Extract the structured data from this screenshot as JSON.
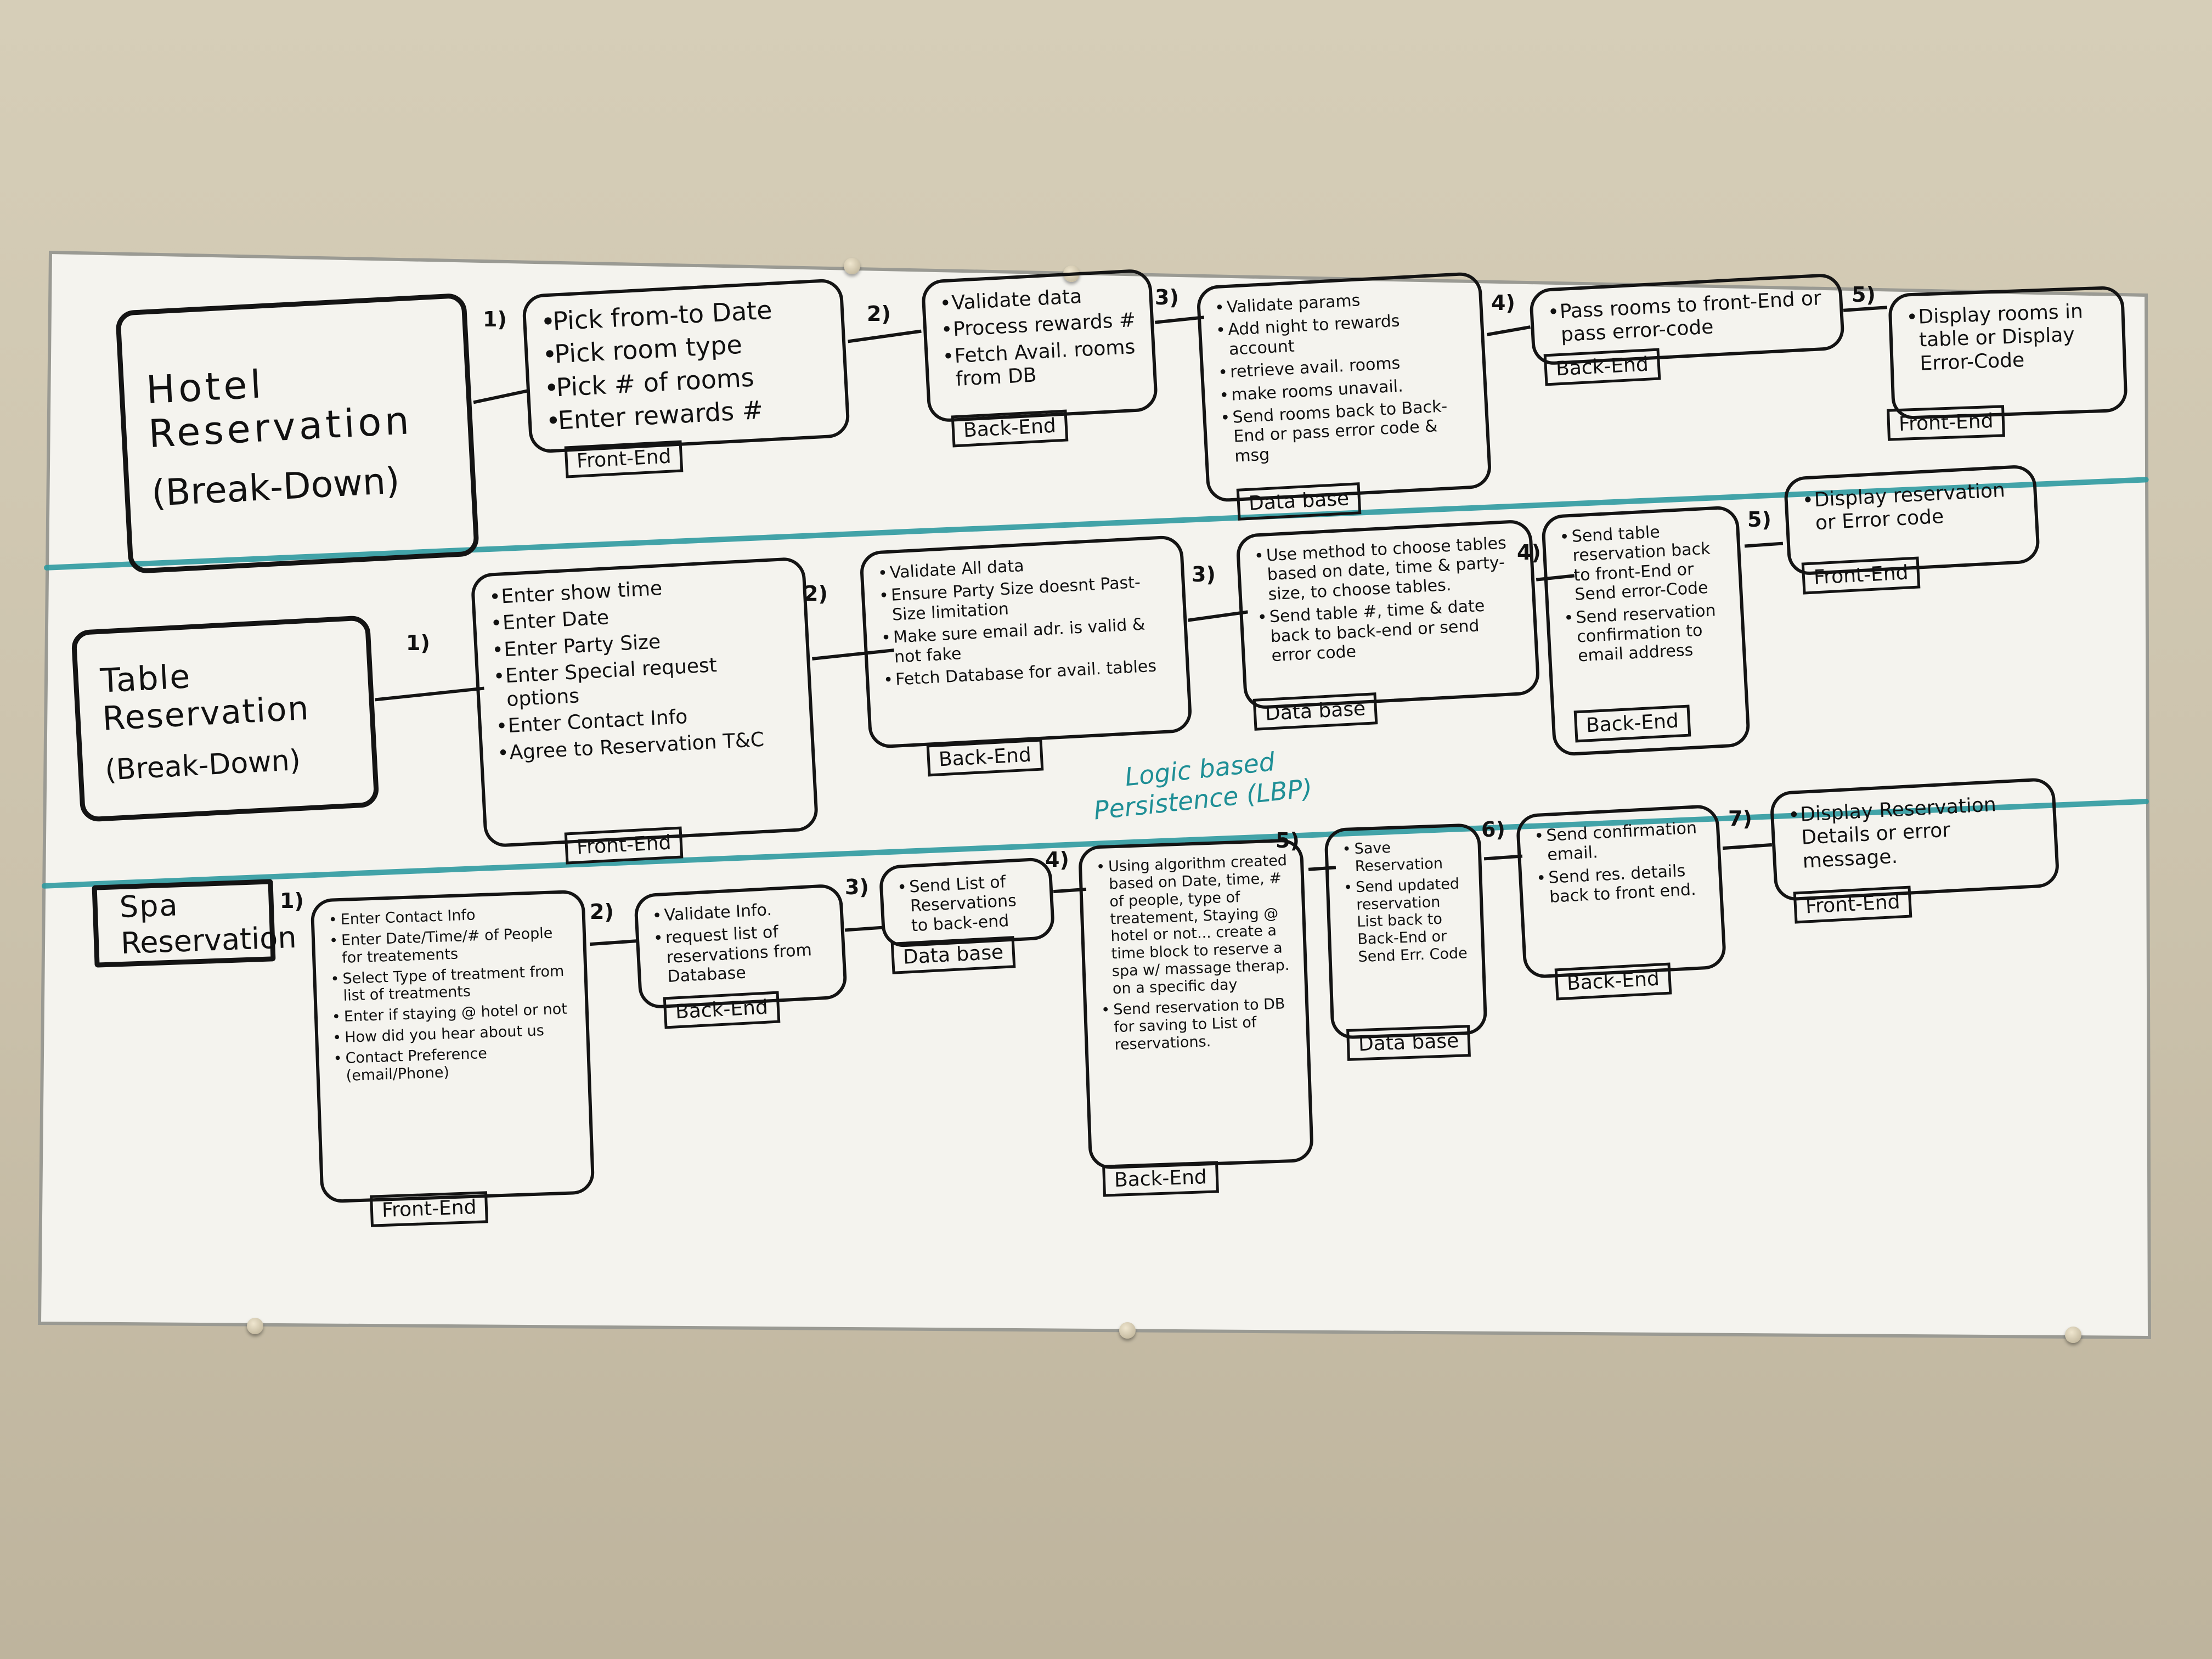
{
  "rows": [
    {
      "title_line1": "Hotel Reservation",
      "title_line2": "(Break-Down)",
      "steps": [
        {
          "num": "1)",
          "items": [
            "Pick from-to Date",
            "Pick room type",
            "Pick # of rooms",
            "Enter rewards #"
          ],
          "tag": "Front-End"
        },
        {
          "num": "2)",
          "items": [
            "Validate data",
            "Process rewards #",
            "Fetch Avail. rooms from DB"
          ],
          "tag": "Back-End"
        },
        {
          "num": "3)",
          "items": [
            "Validate params",
            "Add night to rewards account",
            "retrieve avail. rooms",
            "make rooms unavail.",
            "Send rooms back to Back-End or pass error code & msg"
          ],
          "tag": "Data base"
        },
        {
          "num": "4)",
          "items": [
            "Pass rooms to front-End or pass error-code"
          ],
          "tag": "Back-End"
        },
        {
          "num": "5)",
          "items": [
            "Display rooms in table or Display Error-Code"
          ],
          "tag": "Front-End"
        }
      ]
    },
    {
      "title_line1": "Table Reservation",
      "title_line2": "(Break-Down)",
      "steps": [
        {
          "num": "1)",
          "items": [
            "Enter show time",
            "Enter Date",
            "Enter Party Size",
            "Enter Special request options",
            "Enter Contact Info",
            "Agree to Reservation T&C"
          ],
          "tag": "Front-End"
        },
        {
          "num": "2)",
          "items": [
            "Validate All data",
            "Ensure Party Size doesnt Past-Size limitation",
            "Make sure email adr. is valid & not fake",
            "Fetch Database for avail. tables"
          ],
          "tag": "Back-End"
        },
        {
          "num": "3)",
          "items": [
            "Use method to choose tables based on date, time & party-size, to choose tables.",
            "Send table #, time & date back to back-end or send error code"
          ],
          "tag": "Data base"
        },
        {
          "num": "4)",
          "items": [
            "Send table reservation back to front-End or Send error-Code",
            "Send reservation confirmation to email address"
          ],
          "tag": "Back-End"
        },
        {
          "num": "5)",
          "items": [
            "Display reservation or Error code"
          ],
          "tag": "Front-End"
        }
      ],
      "annotation": "Logic based Persistence (LBP)"
    },
    {
      "title_line1": "Spa",
      "title_line2": "Reservation",
      "steps": [
        {
          "num": "1)",
          "items": [
            "Enter Contact Info",
            "Enter Date/Time/# of People for treatements",
            "Select Type of treatment from list of treatments",
            "Enter if staying @ hotel or not",
            "How did you hear about us",
            "Contact Preference (email/Phone)"
          ],
          "tag": "Front-End"
        },
        {
          "num": "2)",
          "items": [
            "Validate Info.",
            "request list of reservations from Database"
          ],
          "tag": "Back-End"
        },
        {
          "num": "3)",
          "items": [
            "Send List of Reservations to back-end"
          ],
          "tag": "Data base"
        },
        {
          "num": "4)",
          "items": [
            "Using algorithm created based on Date, time, # of people, type of treatement, Staying @ hotel or not... create a time block to reserve a spa w/ massage therap. on a specific day",
            "Send reservation to DB for saving to List of reservations."
          ],
          "tag": "Back-End"
        },
        {
          "num": "5)",
          "items": [
            "Save Reservation",
            "Send updated reservation List back to Back-End or Send Err. Code"
          ],
          "tag": "Data base"
        },
        {
          "num": "6)",
          "items": [
            "Send confirmation email.",
            "Send res. details back to front end."
          ],
          "tag": "Back-End"
        },
        {
          "num": "7)",
          "items": [
            "Display Reservation Details or error message."
          ],
          "tag": "Front-End"
        }
      ]
    }
  ]
}
